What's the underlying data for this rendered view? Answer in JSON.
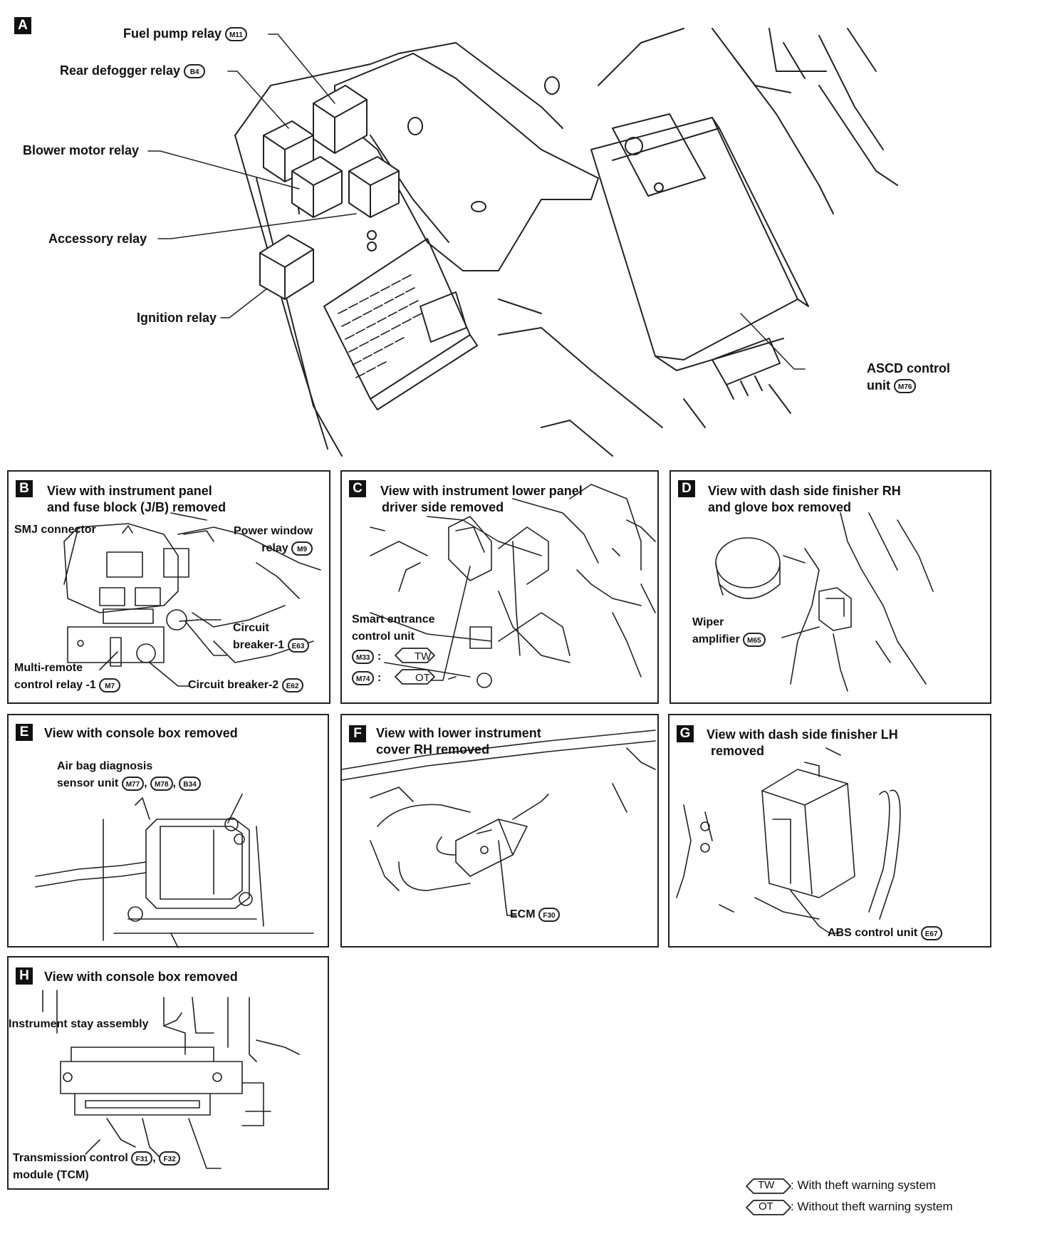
{
  "main": {
    "letter": "A",
    "labels": {
      "fuel_pump_relay": "Fuel pump relay",
      "fuel_pump_conn": "M11",
      "rear_defogger_relay": "Rear defogger relay",
      "rear_defogger_conn": "B4",
      "blower_motor_relay": "Blower motor relay",
      "accessory_relay": "Accessory relay",
      "ignition_relay": "Ignition relay",
      "ascd_line1": "ASCD control",
      "ascd_line2": "unit",
      "ascd_conn": "M76"
    }
  },
  "panels": {
    "B": {
      "letter": "B",
      "title1": "View with instrument panel",
      "title2": "and fuse block (J/B) removed",
      "smj": "SMJ connector",
      "pw1": "Power window",
      "pw2": "relay",
      "pw_conn": "M9",
      "cb1_a": "Circuit",
      "cb1_b": "breaker-1",
      "cb1_conn": "E63",
      "mr1": "Multi-remote",
      "mr2": "control relay -1",
      "mr_conn": "M7",
      "cb2": "Circuit breaker-2",
      "cb2_conn": "E62"
    },
    "C": {
      "letter": "C",
      "title1": "View with instrument lower panel",
      "title2": "driver side removed",
      "unit1": "Smart entrance",
      "unit2": "control unit",
      "conn1": "M33",
      "code1": "TW",
      "conn2": "M74",
      "code2": "OT",
      "sep": ":"
    },
    "D": {
      "letter": "D",
      "title1": "View with dash side finisher RH",
      "title2": "and glove box removed",
      "wiper1": "Wiper",
      "wiper2": "amplifier",
      "wiper_conn": "M65"
    },
    "E": {
      "letter": "E",
      "title1": "View with console box removed",
      "ab1": "Air bag diagnosis",
      "ab2": "sensor unit",
      "c1": "M77",
      "c2": "M78",
      "c3": "B34",
      "comma": ","
    },
    "F": {
      "letter": "F",
      "title1": "View with lower instrument",
      "title2": "cover RH removed",
      "ecm": "ECM",
      "ecm_conn": "F30"
    },
    "G": {
      "letter": "G",
      "title1": "View with dash side finisher LH",
      "title2": "removed",
      "abs": "ABS control unit",
      "abs_conn": "E67"
    },
    "H": {
      "letter": "H",
      "title1": "View with console box removed",
      "stay": "Instrument stay assembly",
      "tcm1": "Transmission control",
      "tcm2": "module (TCM)",
      "c1": "F31",
      "c2": "F32",
      "comma": ","
    }
  },
  "legend": {
    "tw_code": "TW",
    "tw_text": ": With theft warning system",
    "ot_code": "OT",
    "ot_text": ": Without theft warning system"
  }
}
